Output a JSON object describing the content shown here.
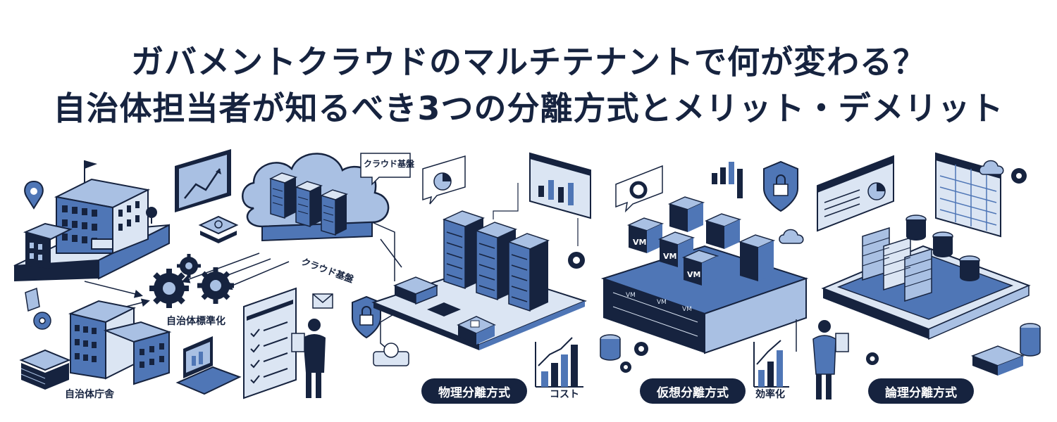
{
  "title": {
    "line1": "ガバメントクラウドのマルチテナントで何が変わる？",
    "line2": "自治体担当者が知るべき3つの分離方式とメリット・デメリット"
  },
  "labels": {
    "cloud_platform_small": "クラウド基盤",
    "cloud_platform": "クラウド基盤",
    "standardization": "自治体標準化",
    "municipal_office": "自治体庁舎",
    "cost": "コスト",
    "efficiency": "効率化",
    "vm": "VM"
  },
  "methods": [
    {
      "label": "物理分離方式"
    },
    {
      "label": "仮想分離方式"
    },
    {
      "label": "論理分離方式"
    }
  ],
  "colors": {
    "navy": "#16233f",
    "blue": "#4f76b6",
    "light_blue": "#a9c0e3",
    "pale_blue": "#dbe5f3"
  }
}
